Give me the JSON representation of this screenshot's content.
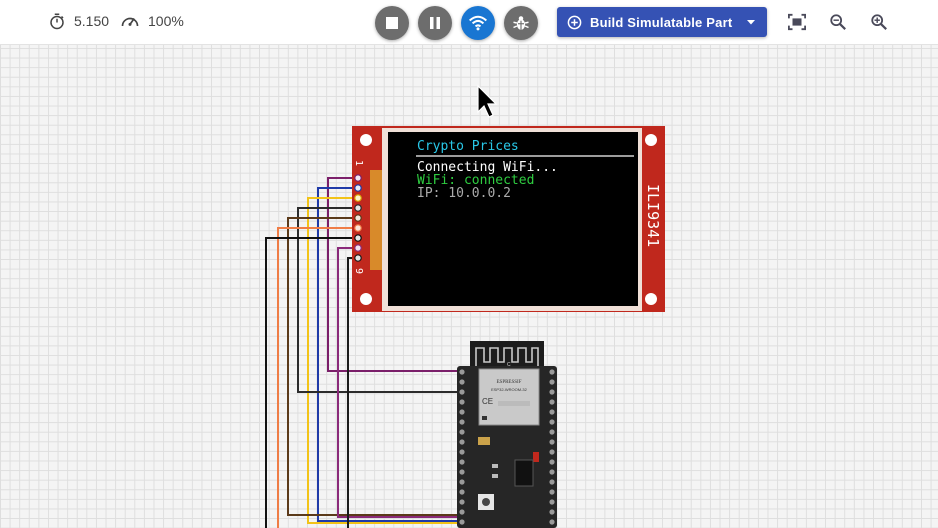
{
  "toolbar": {
    "timer_icon": "stopwatch-icon",
    "sim_time": "5.150",
    "speed_icon": "speedometer-icon",
    "speed": "100%",
    "controls": [
      "stop-icon",
      "pause-icon",
      "wifi-icon",
      "bug-icon"
    ],
    "build_button_label": "Build Simulatable Part",
    "build_button_icon": "plus-circle-icon",
    "right_icons": [
      "fit-screen-icon",
      "zoom-out-icon",
      "zoom-in-icon"
    ],
    "accent_color": "#1976d2",
    "build_color": "#3552b4"
  },
  "display": {
    "title": "Crypto Prices",
    "lines": [
      "Connecting WiFi...",
      "WiFi: connected",
      "IP: 10.0.0.2"
    ],
    "model": "ILI9341",
    "pin_first": "1",
    "pin_last": "9",
    "board_color": "#c0281d",
    "title_color": "#29c8e8",
    "ok_color": "#2ecc40"
  },
  "mcu": {
    "vendor": "ESPRESSIF",
    "module": "ESP32-WROOM-32",
    "ce_mark": "CE",
    "chip_label": "C"
  },
  "wire_colors": [
    "#7b1f6a",
    "#1f3aa8",
    "#f2c318",
    "#5b3a1a",
    "#ef7d46",
    "#111111",
    "#c2662f"
  ]
}
